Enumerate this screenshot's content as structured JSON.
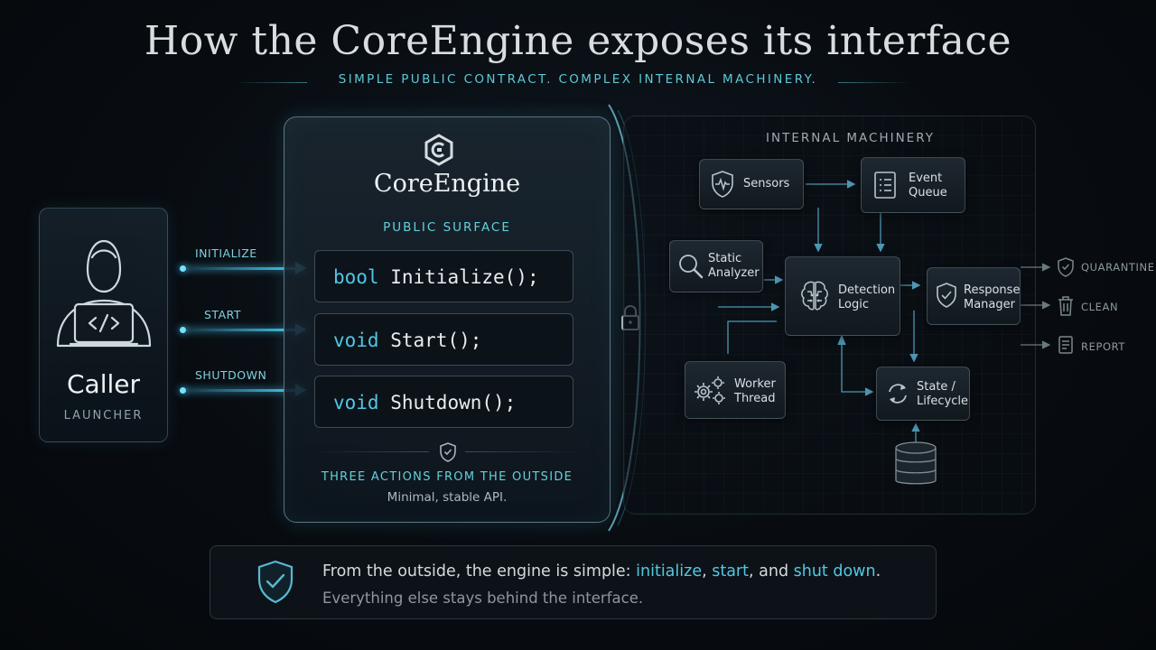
{
  "title": "How the CoreEngine exposes its interface",
  "subtitle": "SIMPLE PUBLIC CONTRACT. COMPLEX INTERNAL MACHINERY.",
  "caller": {
    "label": "Caller",
    "sublabel": "LAUNCHER",
    "icon": "developer-laptop-icon"
  },
  "arrows": [
    {
      "label": "INITIALIZE"
    },
    {
      "label": "START"
    },
    {
      "label": "SHUTDOWN"
    }
  ],
  "core": {
    "name": "CoreEngine",
    "logo": "coreengine-logo-icon",
    "surface_label": "PUBLIC SURFACE",
    "methods": [
      {
        "return_type": "bool",
        "signature": "Initialize();"
      },
      {
        "return_type": "void",
        "signature": "Start();"
      },
      {
        "return_type": "void",
        "signature": "Shutdown();"
      }
    ],
    "footer_title": "THREE ACTIONS FROM THE OUTSIDE",
    "footer_sub": "Minimal, stable API."
  },
  "internal": {
    "title": "INTERNAL MACHINERY",
    "nodes": {
      "sensors": {
        "line1": "Sensors",
        "line2": ""
      },
      "event_queue": {
        "line1": "Event",
        "line2": "Queue"
      },
      "static_analyzer": {
        "line1": "Static",
        "line2": "Analyzer"
      },
      "detection_logic": {
        "line1": "Detection",
        "line2": "Logic"
      },
      "response_manager": {
        "line1": "Response",
        "line2": "Manager"
      },
      "worker_thread": {
        "line1": "Worker",
        "line2": "Thread"
      },
      "state_lifecycle": {
        "line1": "State /",
        "line2": "Lifecycle"
      }
    },
    "outputs": [
      "QUARANTINE",
      "CLEAN",
      "REPORT"
    ]
  },
  "banner": {
    "line1_pre": "From the outside, the engine is simple: ",
    "hl1": "initialize",
    "sep1": ", ",
    "hl2": "start",
    "sep2": ", and ",
    "hl3": "shut down",
    "line1_post": ".",
    "line2": "Everything else stays behind the interface."
  },
  "colors": {
    "accent": "#52c8e0",
    "arrow": "#46c8f0",
    "background": "#080c11"
  }
}
